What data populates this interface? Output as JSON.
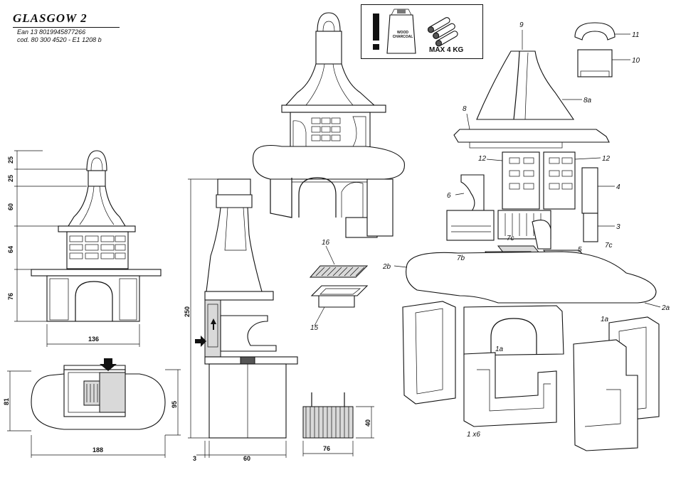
{
  "header": {
    "product_name": "GLASGOW   2",
    "ean": "Ean 13   8019945877266",
    "code": "cod. 80 300 4520 - E1 1208 b"
  },
  "warning": {
    "bag_label": "WOOD CHARCOAL",
    "max_load": "MAX 4 KG"
  },
  "dimensions": {
    "front_heights": [
      "25",
      "25",
      "60",
      "64",
      "76"
    ],
    "front_width": "136",
    "plan_depth": "81",
    "plan_depth_inner": "95",
    "plan_width": "188",
    "section_height": "250",
    "section_offset": "3",
    "section_depth": "60",
    "grill_width": "76",
    "grill_height": "40"
  },
  "part_labels": {
    "p16": "16",
    "p15": "15",
    "p9": "9",
    "p11": "11",
    "p10": "10",
    "p8a": "8a",
    "p8": "8",
    "p12a": "12",
    "p12b": "12",
    "p4": "4",
    "p6": "6",
    "p3": "3",
    "p7c_a": "7c",
    "p7c_b": "7c",
    "p5": "5",
    "p7b": "7b",
    "p2b": "2b",
    "p2a": "2a",
    "p1a_a": "1a",
    "p1a_b": "1a",
    "p1": "1 x6"
  },
  "icons": [
    "warning-exclamation-icon",
    "charcoal-bag-icon",
    "wood-logs-icon",
    "section-arrow-icon"
  ]
}
